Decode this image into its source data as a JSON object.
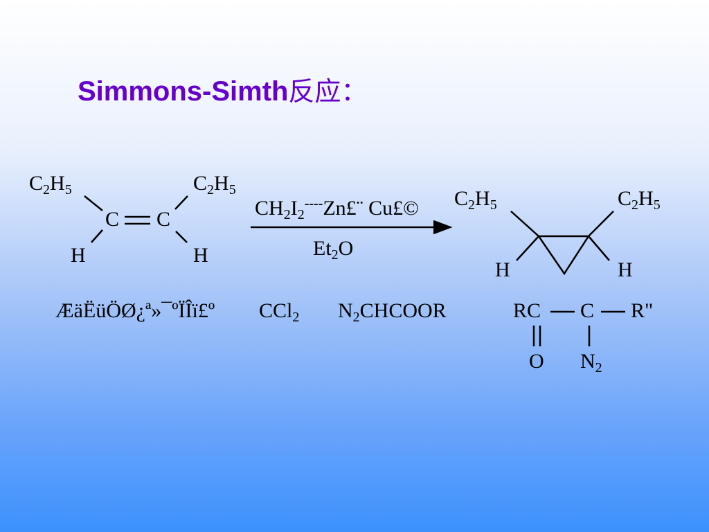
{
  "title": {
    "latin": "Simmons-Simth",
    "cjk": "反应：",
    "color": "#6600cc"
  },
  "reactant": {
    "top_left": [
      "C",
      "2",
      "H",
      "5"
    ],
    "top_right": [
      "C",
      "2",
      "H",
      "5"
    ],
    "c_left": "C",
    "c_right": "C",
    "h_left": "H",
    "h_right": "H"
  },
  "reagent": {
    "main": [
      "CH",
      "2",
      "I",
      "2",
      "----",
      "Zn£¨ Cu£©"
    ],
    "solvent": [
      "Et",
      "2",
      "O"
    ]
  },
  "product": {
    "top_left": [
      "C",
      "2",
      "H",
      "5"
    ],
    "top_right": [
      "C",
      "2",
      "H",
      "5"
    ],
    "h_left": "H",
    "h_right": "H"
  },
  "carbene_sources": {
    "garbled_text": "ÆäËüÖØ¿ª»¯ºÏÎï£º",
    "ccl2": [
      "CCl",
      "2"
    ],
    "diazoester": [
      "N",
      "2",
      "CHCOOR"
    ],
    "diazoketone": {
      "rc": "RC",
      "c": "C",
      "r2": "R\"",
      "o": "O",
      "n2": [
        "N",
        "2"
      ]
    }
  },
  "colors": {
    "bg_top": "#ffffff",
    "bg_bottom": "#3c91fd",
    "text": "#000000"
  }
}
